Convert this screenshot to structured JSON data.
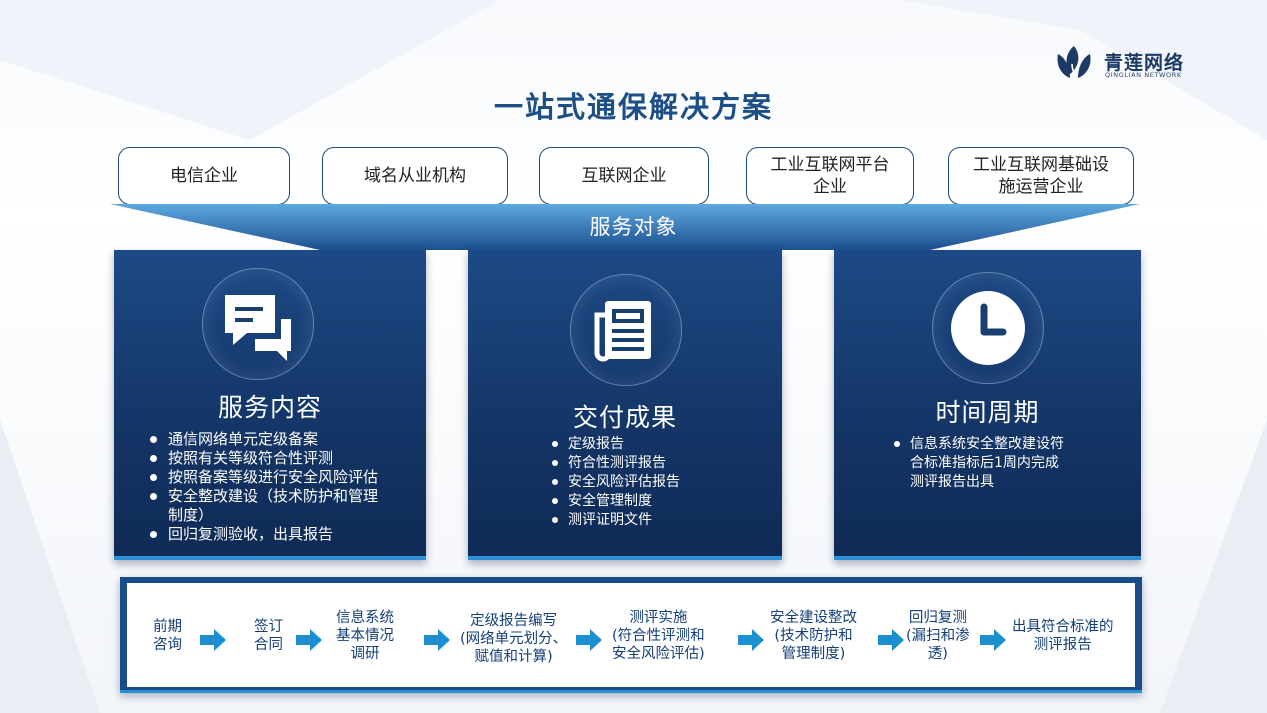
{
  "logo": {
    "name": "青莲网络",
    "subtitle": "QINGLIAN NETWORK"
  },
  "title": "一站式通保解决方案",
  "targets": [
    {
      "label": "电信企业"
    },
    {
      "label": "域名从业机构"
    },
    {
      "label": "互联网企业"
    },
    {
      "label": "工业互联网平台企业",
      "lines": [
        "工业互联网平台",
        "企业"
      ]
    },
    {
      "label": "工业互联网基础设施运营企业",
      "lines": [
        "工业互联网基础设",
        "施运营企业"
      ]
    }
  ],
  "funnel_label": "服务对象",
  "panels": [
    {
      "title": "服务内容",
      "icon": "chat-bubbles-icon",
      "items": [
        [
          "通信网络单元定级备案"
        ],
        [
          "按照有关等级符合性评测"
        ],
        [
          "按照备案等级进行安全风险评估"
        ],
        [
          "安全整改建设（技术防护和管理",
          "制度）"
        ],
        [
          "回归复测验收，出具报告"
        ]
      ]
    },
    {
      "title": "交付成果",
      "icon": "newspaper-icon",
      "items": [
        [
          "定级报告"
        ],
        [
          "符合性测评报告"
        ],
        [
          "安全风险评估报告"
        ],
        [
          "安全管理制度"
        ],
        [
          "测评证明文件"
        ]
      ]
    },
    {
      "title": "时间周期",
      "icon": "clock-icon",
      "items": [
        [
          "信息系统安全整改建设符",
          "合标准指标后1周内完成",
          "测评报告出具"
        ]
      ]
    }
  ],
  "process": [
    [
      "前期",
      "咨询"
    ],
    [
      "签订",
      "合同"
    ],
    [
      "信息系统",
      "基本情况",
      "调研"
    ],
    [
      "定级报告编写",
      "(网络单元划分、",
      "赋值和计算)"
    ],
    [
      "测评实施",
      "(符合性评测和",
      "安全风险评估)"
    ],
    [
      "安全建设整改",
      "(技术防护和",
      "管理制度)"
    ],
    [
      "回归复测",
      "(漏扫和渗",
      "透)"
    ],
    [
      "出具符合标准的",
      "测评报告"
    ]
  ],
  "colors": {
    "navy": "#143668",
    "accent": "#2b8fd6",
    "arrow": "#1b8fd0",
    "title": "#1c4f86"
  }
}
